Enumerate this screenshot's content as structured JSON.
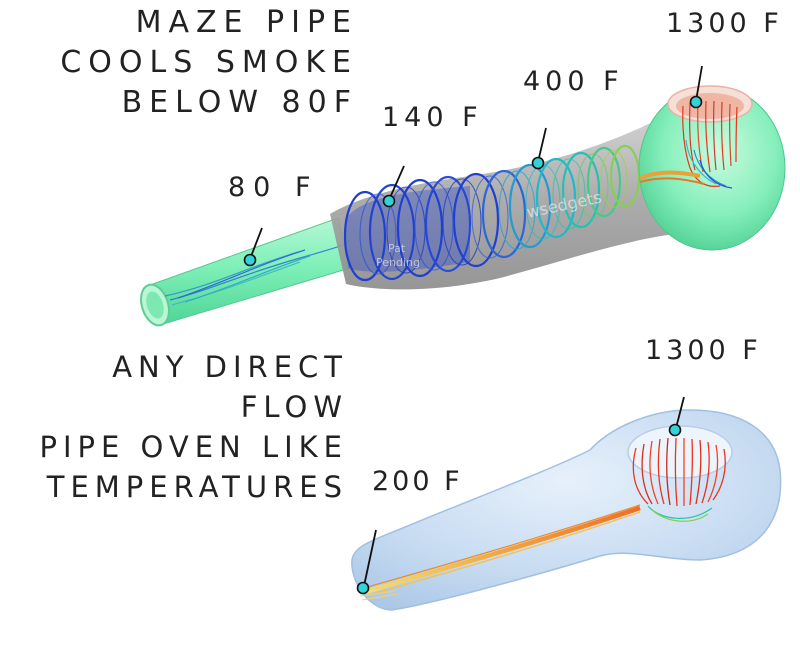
{
  "top_heading": {
    "lines": [
      "MAZE PIPE",
      "COOLS SMOKE",
      "BELOW 80F"
    ]
  },
  "bottom_heading": {
    "lines": [
      "ANY DIRECT FLOW",
      "PIPE OVEN LIKE",
      "TEMPERATURES"
    ]
  },
  "maze_pipe": {
    "labels": {
      "mouthpiece": "80 F",
      "lower_maze": "140 F",
      "upper_maze": "400 F",
      "bowl": "1300 F"
    },
    "watermark": [
      "Pat",
      "Pending",
      "wsedgets"
    ]
  },
  "direct_pipe": {
    "labels": {
      "mouthpiece": "200 F",
      "bowl": "1300 F"
    }
  },
  "colors": {
    "maze_shell": "#7ff0b8",
    "maze_body": "#a7a7a7",
    "cool_flow": "#1f3fd1",
    "mid_flow": "#23b7c9",
    "hot_flow": "#e8351f",
    "direct_shell": "#c7dcf1",
    "marker": "#31d3d8"
  }
}
